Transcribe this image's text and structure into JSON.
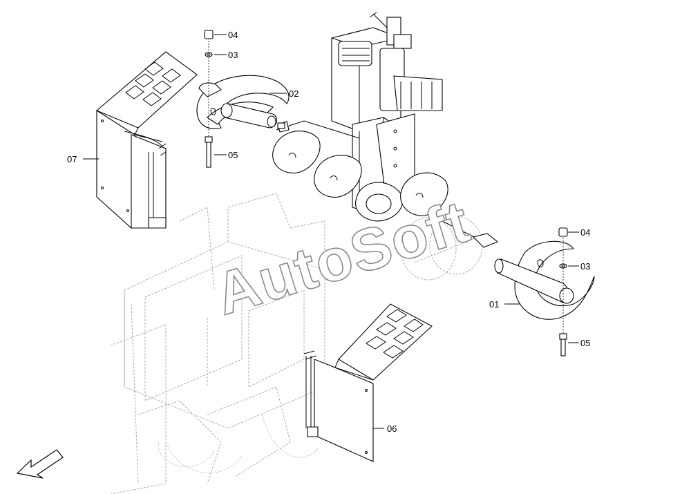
{
  "watermark": "AutoSoft",
  "callouts": [
    {
      "id": "01",
      "text": "01"
    },
    {
      "id": "02",
      "text": "02"
    },
    {
      "id": "03a",
      "text": "03"
    },
    {
      "id": "03b",
      "text": "03"
    },
    {
      "id": "04a",
      "text": "04"
    },
    {
      "id": "04b",
      "text": "04"
    },
    {
      "id": "05a",
      "text": "05"
    },
    {
      "id": "05b",
      "text": "05"
    },
    {
      "id": "06",
      "text": "06"
    },
    {
      "id": "07",
      "text": "07"
    }
  ],
  "icons": {
    "direction": "arrow-icon"
  }
}
